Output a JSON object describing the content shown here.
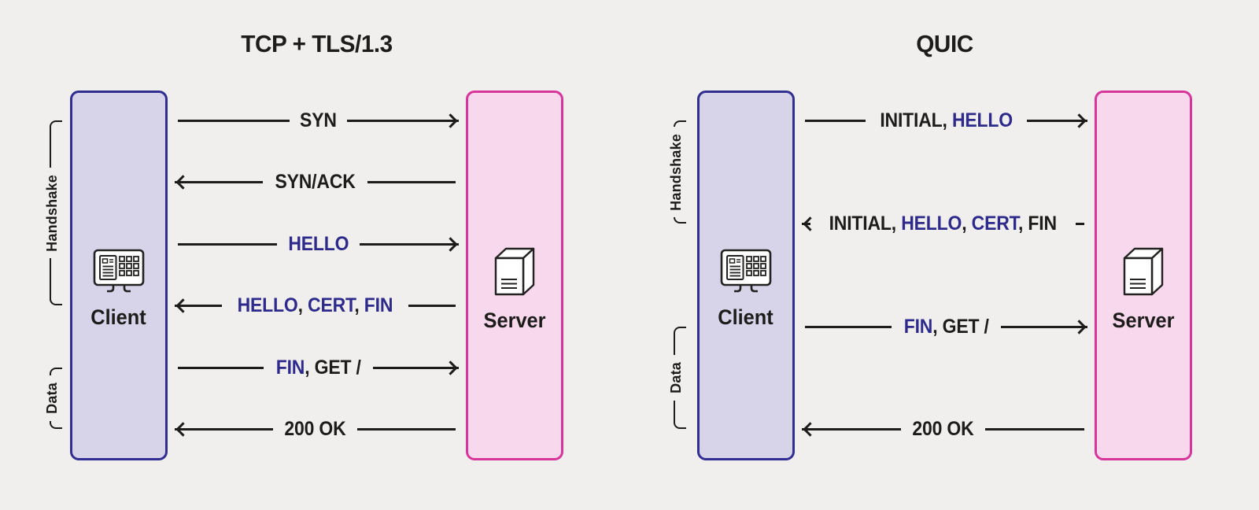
{
  "colors": {
    "background": "#f0efee",
    "ink": "#1d1c1b",
    "tls_accent": "#2d2a8c",
    "client_fill": "#d7d4ea",
    "client_border": "#312e91",
    "server_fill": "#f8d8ec",
    "server_border": "#d8359c"
  },
  "icons": {
    "client": "desktop-computer-icon",
    "server": "server-tower-icon",
    "arrow_right": "arrowhead-right-icon",
    "arrow_left": "arrowhead-left-icon"
  },
  "diagrams": [
    {
      "id": "tcp-tls13",
      "title": "TCP + TLS/1.3",
      "client": {
        "label": "Client"
      },
      "server": {
        "label": "Server"
      },
      "phase_brackets": [
        {
          "label": "Handshake"
        },
        {
          "label": "Data"
        }
      ],
      "messages": [
        {
          "direction": "right",
          "parts": [
            {
              "text": "SYN",
              "accent": false
            }
          ]
        },
        {
          "direction": "left",
          "parts": [
            {
              "text": "SYN/ACK",
              "accent": false
            }
          ]
        },
        {
          "direction": "right",
          "parts": [
            {
              "text": "HELLO",
              "accent": true
            }
          ]
        },
        {
          "direction": "left",
          "parts": [
            {
              "text": "HELLO",
              "accent": true
            },
            {
              "text": ", ",
              "accent": false
            },
            {
              "text": "CERT",
              "accent": true
            },
            {
              "text": ", ",
              "accent": false
            },
            {
              "text": "FIN",
              "accent": true
            }
          ]
        },
        {
          "direction": "right",
          "parts": [
            {
              "text": "FIN",
              "accent": true
            },
            {
              "text": ", GET /",
              "accent": false
            }
          ]
        },
        {
          "direction": "left",
          "parts": [
            {
              "text": "200 OK",
              "accent": false
            }
          ]
        }
      ]
    },
    {
      "id": "quic",
      "title": "QUIC",
      "client": {
        "label": "Client"
      },
      "server": {
        "label": "Server"
      },
      "phase_brackets": [
        {
          "label": "Handshake"
        },
        {
          "label": "Data"
        }
      ],
      "messages": [
        {
          "direction": "right",
          "parts": [
            {
              "text": "INITIAL, ",
              "accent": false
            },
            {
              "text": "HELLO",
              "accent": true
            }
          ]
        },
        {
          "direction": "left",
          "parts": [
            {
              "text": "INITIAL, ",
              "accent": false
            },
            {
              "text": "HELLO",
              "accent": true
            },
            {
              "text": ", ",
              "accent": false
            },
            {
              "text": "CERT",
              "accent": true
            },
            {
              "text": ", FIN",
              "accent": false
            }
          ]
        },
        {
          "direction": "right",
          "parts": [
            {
              "text": "FIN",
              "accent": true
            },
            {
              "text": ", GET /",
              "accent": false
            }
          ]
        },
        {
          "direction": "left",
          "parts": [
            {
              "text": "200 OK",
              "accent": false
            }
          ]
        }
      ]
    }
  ]
}
